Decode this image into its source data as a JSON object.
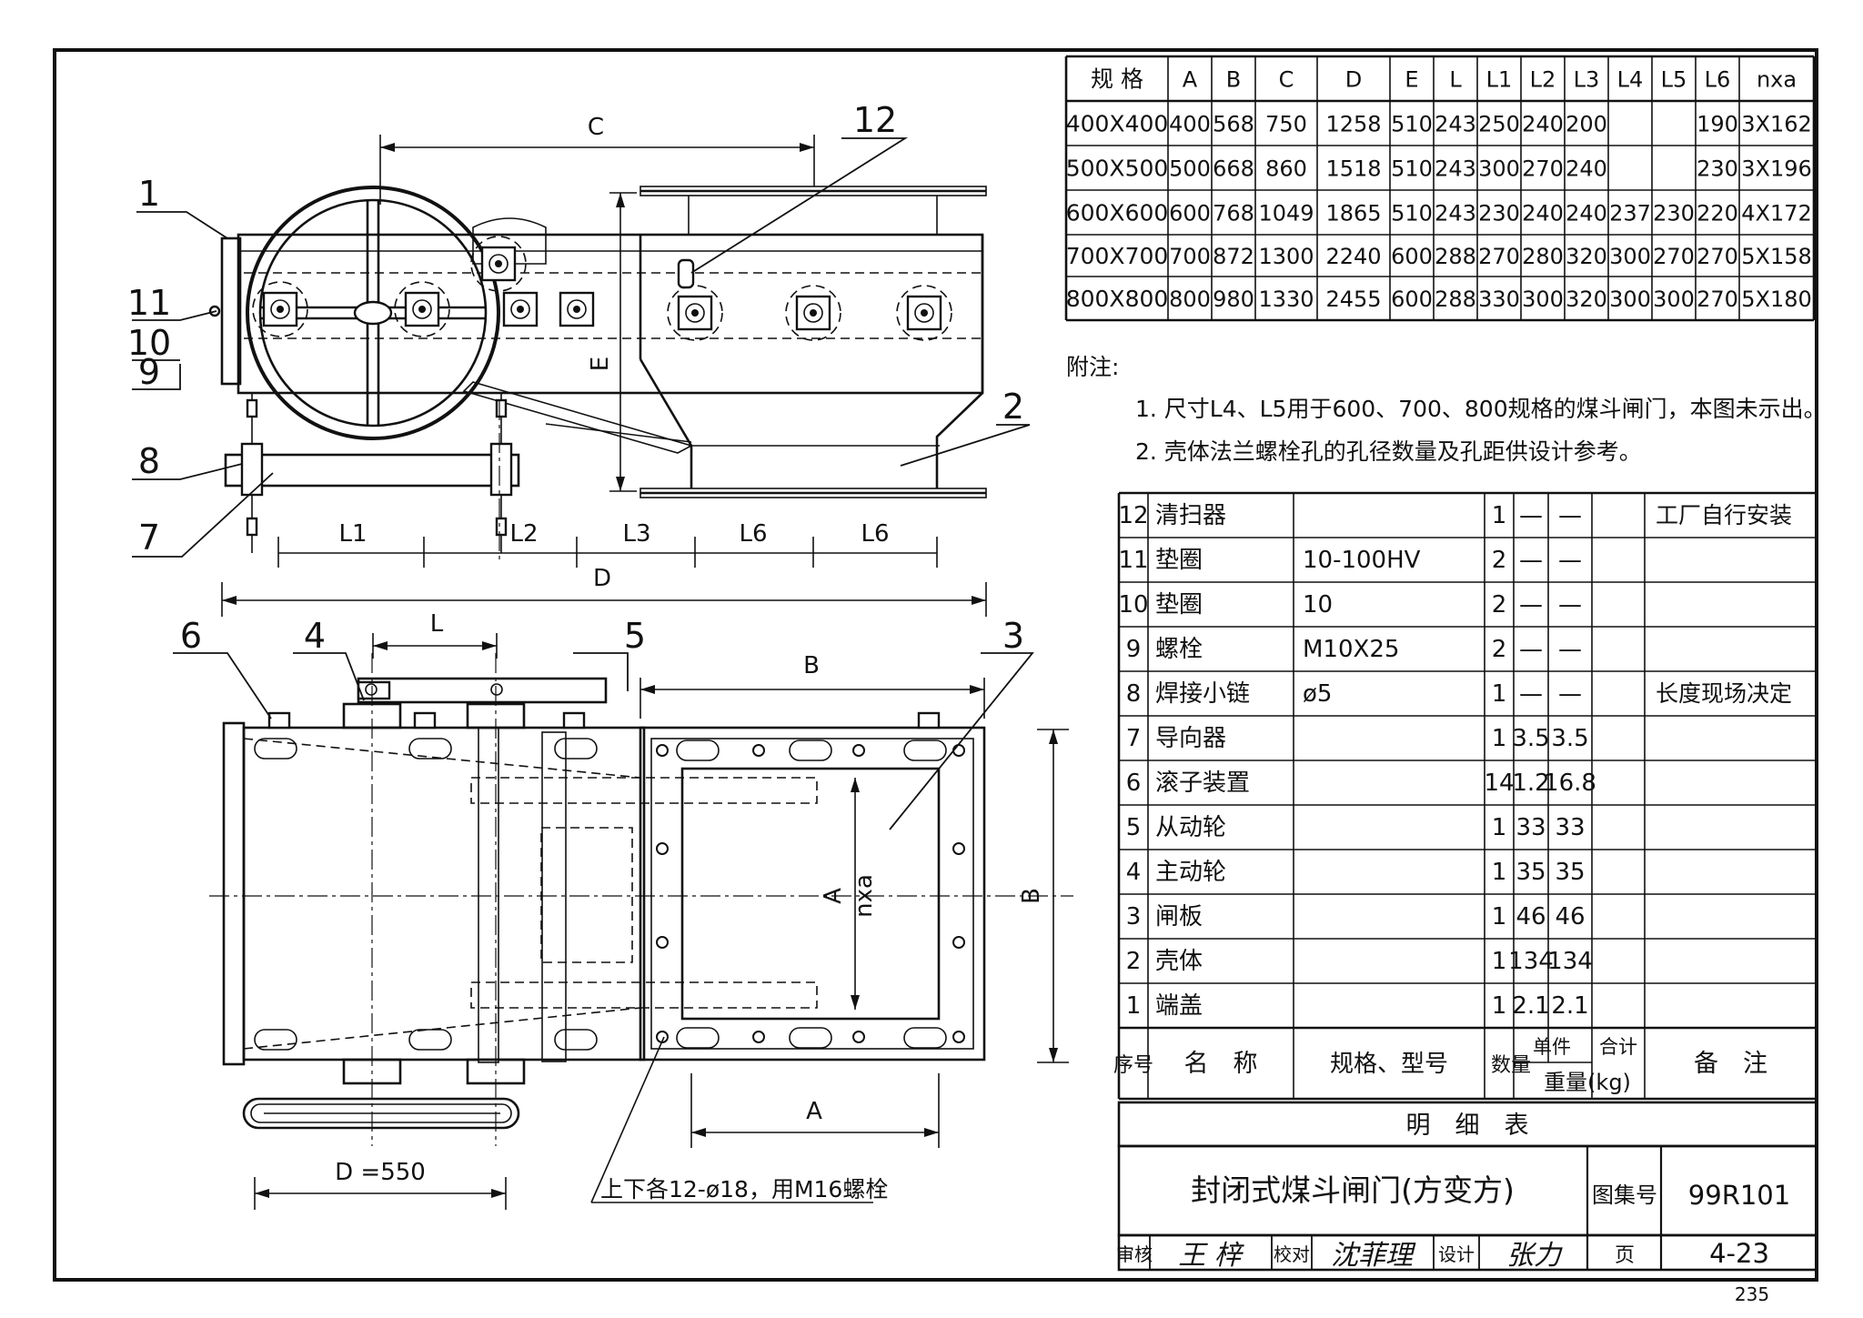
{
  "spec_table": {
    "headers": [
      "规 格",
      "A",
      "B",
      "C",
      "D",
      "E",
      "L",
      "L1",
      "L2",
      "L3",
      "L4",
      "L5",
      "L6",
      "nxa"
    ],
    "rows": [
      [
        "400X400",
        "400",
        "568",
        "750",
        "1258",
        "510",
        "243",
        "250",
        "240",
        "200",
        "",
        "",
        "190",
        "3X162"
      ],
      [
        "500X500",
        "500",
        "668",
        "860",
        "1518",
        "510",
        "243",
        "300",
        "270",
        "240",
        "",
        "",
        "230",
        "3X196"
      ],
      [
        "600X600",
        "600",
        "768",
        "1049",
        "1865",
        "510",
        "243",
        "230",
        "240",
        "240",
        "237",
        "230",
        "220",
        "4X172"
      ],
      [
        "700X700",
        "700",
        "872",
        "1300",
        "2240",
        "600",
        "288",
        "270",
        "280",
        "320",
        "300",
        "270",
        "270",
        "5X158"
      ],
      [
        "800X800",
        "800",
        "980",
        "1330",
        "2455",
        "600",
        "288",
        "330",
        "300",
        "320",
        "300",
        "300",
        "270",
        "5X180"
      ]
    ]
  },
  "notes": {
    "title": "附注:",
    "items": [
      "1. 尺寸L4、L5用于600、700、800规格的煤斗闸门，本图未示出。",
      "2. 壳体法兰螺栓孔的孔径数量及孔距供设计参考。"
    ]
  },
  "parts_table": {
    "rows": [
      [
        "12",
        "清扫器",
        "",
        "1",
        "—",
        "—",
        "工厂自行安装"
      ],
      [
        "11",
        "垫圈",
        "10-100HV",
        "2",
        "—",
        "—",
        ""
      ],
      [
        "10",
        "垫圈",
        "10",
        "2",
        "—",
        "—",
        ""
      ],
      [
        "9",
        "螺栓",
        "M10X25",
        "2",
        "—",
        "—",
        ""
      ],
      [
        "8",
        "焊接小链",
        "ø5",
        "1",
        "—",
        "—",
        "长度现场决定"
      ],
      [
        "7",
        "导向器",
        "",
        "1",
        "3.5",
        "3.5",
        ""
      ],
      [
        "6",
        "滚子装置",
        "",
        "14",
        "1.2",
        "16.8",
        ""
      ],
      [
        "5",
        "从动轮",
        "",
        "1",
        "33",
        "33",
        ""
      ],
      [
        "4",
        "主动轮",
        "",
        "1",
        "35",
        "35",
        ""
      ],
      [
        "3",
        "闸板",
        "",
        "1",
        "46",
        "46",
        ""
      ],
      [
        "2",
        "壳体",
        "",
        "1",
        "134",
        "134",
        ""
      ],
      [
        "1",
        "端盖",
        "",
        "1",
        "2.1",
        "2.1",
        ""
      ]
    ],
    "header": {
      "no": "序号",
      "name": "名　称",
      "spec": "规格、型号",
      "qty": "数量",
      "unit": "单件",
      "total": "合计",
      "weight": "重量(kg)",
      "remark": "备　注"
    },
    "caption": "明　细　表"
  },
  "title_block": {
    "title": "封闭式煤斗闸门(方变方)",
    "atlas_label": "图集号",
    "atlas_no": "99R101",
    "review_label": "审核",
    "review_sign": "王 梓",
    "check_label": "校对",
    "check_sign": "沈菲理",
    "design_label": "设计",
    "design_sign": "张力",
    "page_label": "页",
    "page_no": "4-23"
  },
  "page_number": "235",
  "drawing": {
    "balloons": [
      "1",
      "2",
      "3",
      "4",
      "5",
      "6",
      "7",
      "8",
      "9",
      "10",
      "11",
      "12"
    ],
    "dims_top": {
      "C": "C",
      "D": "D",
      "E": "E",
      "L1": "L1",
      "L2": "L2",
      "L3": "L3",
      "L6a": "L6",
      "L6b": "L6"
    },
    "dims_bottom": {
      "L": "L",
      "B": "B",
      "B2": "B",
      "A": "A",
      "A2": "A",
      "nxa": "nxa",
      "wheel_d": "D =550",
      "holes": "上下各12-ø18，用M16螺栓"
    }
  }
}
